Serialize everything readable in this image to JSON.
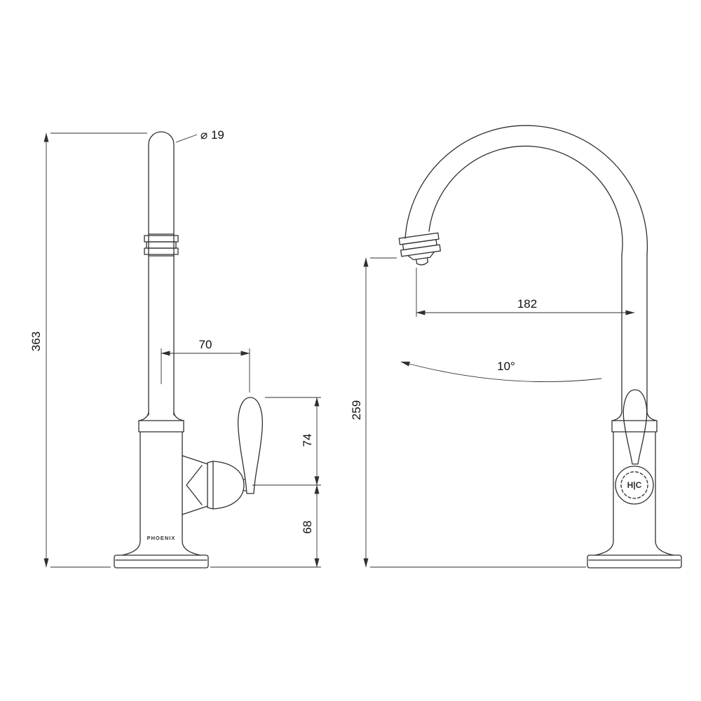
{
  "drawing": {
    "brand": "PHOENIX",
    "hot_cold": "H|C"
  },
  "dimensions": {
    "total_height": "363",
    "spout_diameter": "⌀ 19",
    "handle_offset": "70",
    "handle_height": "74",
    "base_to_valve": "68",
    "spout_reach": "182",
    "spout_angle": "10°",
    "outlet_height": "259"
  }
}
